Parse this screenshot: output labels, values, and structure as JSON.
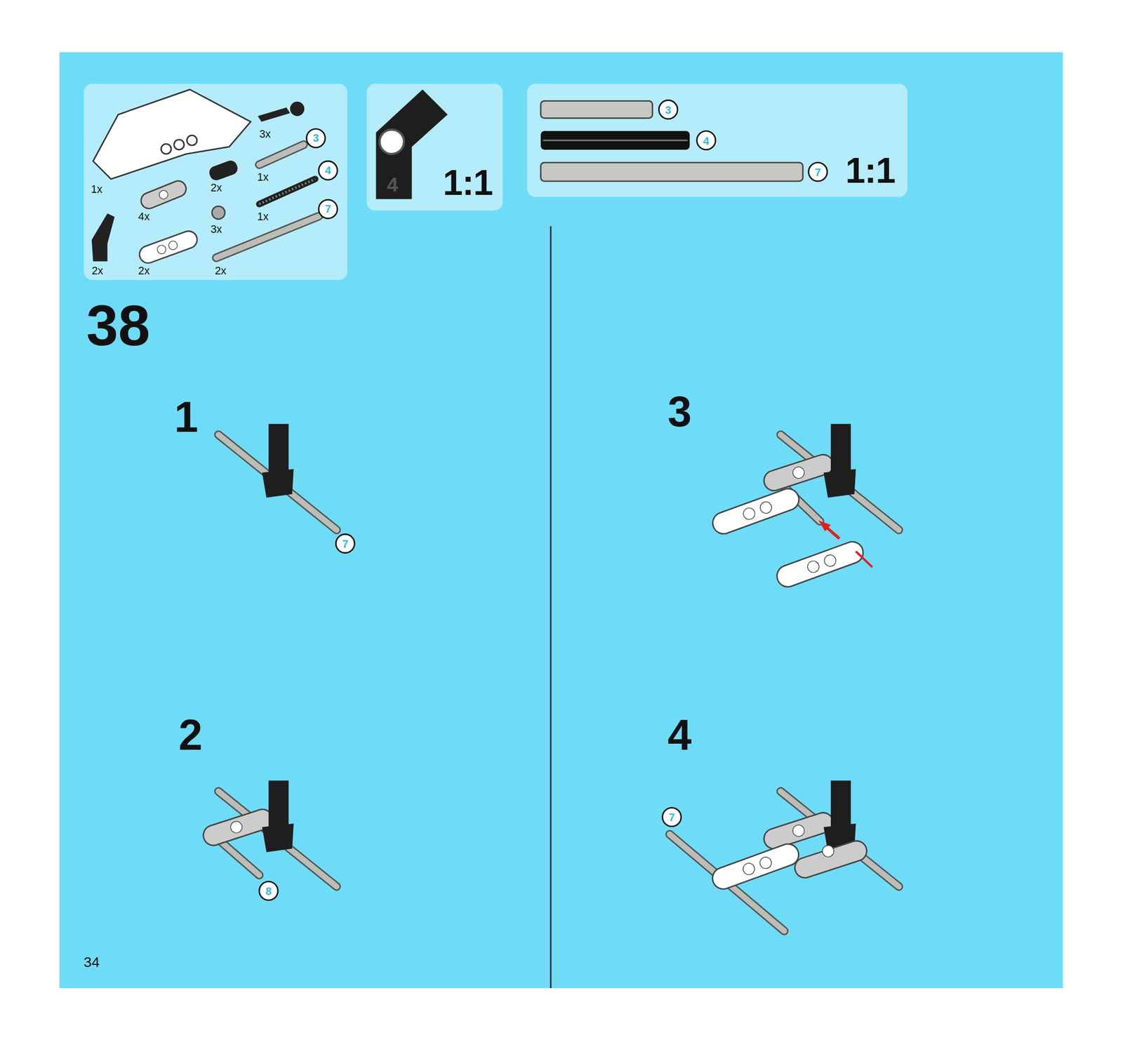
{
  "diagram": {
    "labels": [
      "3x",
      "3",
      "1x",
      "4",
      "1x",
      "2x",
      "1x",
      "7",
      "4x",
      "3x",
      "2x",
      "2x",
      "2x",
      "4",
      "1:1",
      "3",
      "4",
      "7",
      "1:1",
      "38",
      "1",
      "7",
      "3",
      "2",
      "8",
      "4",
      "7",
      "34"
    ]
  }
}
